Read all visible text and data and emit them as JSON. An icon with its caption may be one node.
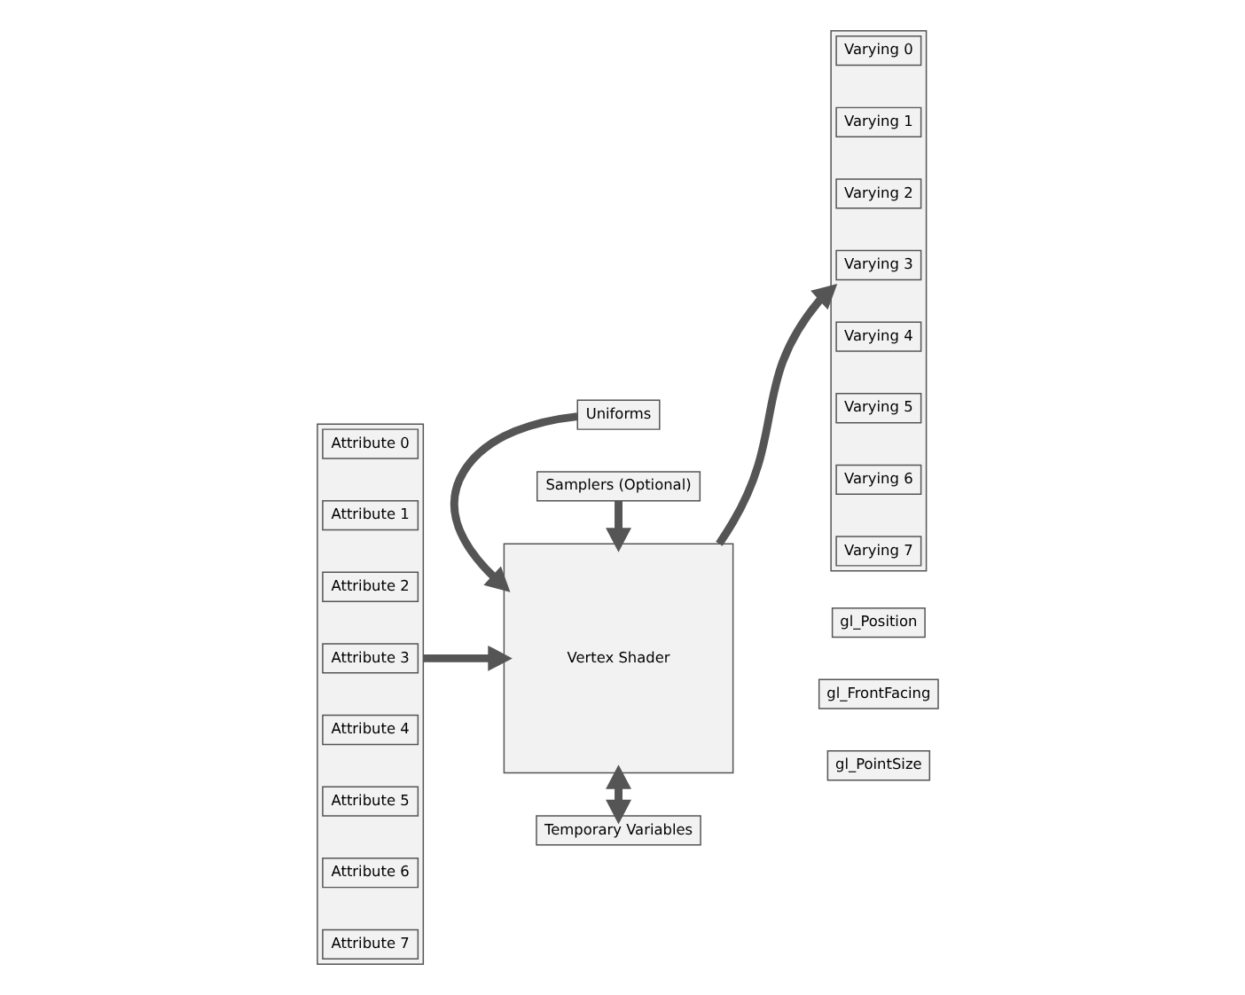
{
  "diagram": {
    "nodes": [
      {
        "text": [
          "Uniforms"
        ]
      },
      {
        "text": [
          "Samplers (Optional)"
        ]
      },
      {
        "text": [],
        "shape": "box"
      },
      {
        "text": [
          "Attribute 0"
        ],
        "in": 2
      },
      {
        "text": [
          "Attribute 1"
        ],
        "in": 2
      },
      {
        "text": [
          "Attribute 2"
        ],
        "in": 2
      },
      {
        "text": [
          "Attribute 3"
        ],
        "in": 2
      },
      {
        "text": [
          "Attribute 4"
        ],
        "in": 2
      },
      {
        "text": [
          "Attribute 5"
        ],
        "in": 2
      },
      {
        "text": [
          "Attribute 6"
        ],
        "in": 2
      },
      {
        "text": [
          "Attribute 7"
        ],
        "in": 2
      },
      {
        "text": [
          "Vertex Shader"
        ]
      },
      {
        "text": [],
        "shape": "box"
      },
      {
        "text": [
          "Varying 0"
        ],
        "in": 12
      },
      {
        "text": [
          "Varying 1"
        ],
        "in": 12
      },
      {
        "text": [
          "Varying 2"
        ],
        "in": 12
      },
      {
        "text": [
          "Varying 3"
        ],
        "in": 12
      },
      {
        "text": [
          "Varying 4"
        ],
        "in": 12
      },
      {
        "text": [
          "Varying 5"
        ],
        "in": 12
      },
      {
        "text": [
          "Varying 6"
        ],
        "in": 12
      },
      {
        "text": [
          "Varying 7"
        ],
        "in": 12
      },
      {
        "text": [
          "gl_Position"
        ]
      },
      {
        "text": [
          "gl_FrontFacing"
        ]
      },
      {
        "text": [
          "gl_PointSize"
        ]
      },
      {
        "text": [
          "Temporary Variables"
        ]
      }
    ],
    "edges": [
      {
        "from": 0,
        "to": 11,
        "arrow": "to"
      },
      {
        "from": 1,
        "to": 11,
        "arrow": "to"
      },
      {
        "from": 2,
        "to": 11,
        "arrow": "to"
      },
      {
        "from": 11,
        "to": 12,
        "arrow": "to"
      },
      {
        "from": 11,
        "to": 24,
        "arrow": "both"
      }
    ]
  }
}
